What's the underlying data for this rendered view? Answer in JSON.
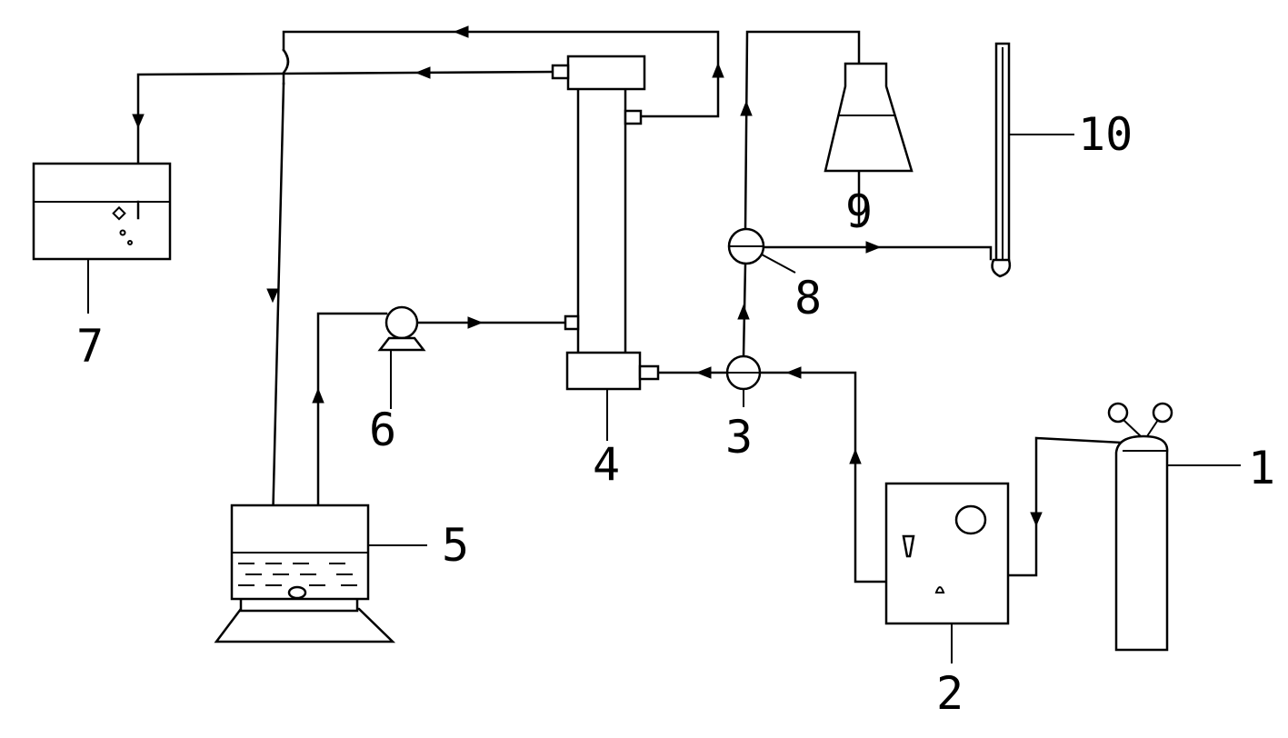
{
  "labels": {
    "cylinder": "1",
    "controller": "2",
    "valve_bottom": "3",
    "column": "4",
    "stirrer_vessel": "5",
    "pump": "6",
    "collection_tank": "7",
    "valve_top": "8",
    "flask": "9",
    "manometer": "10"
  }
}
